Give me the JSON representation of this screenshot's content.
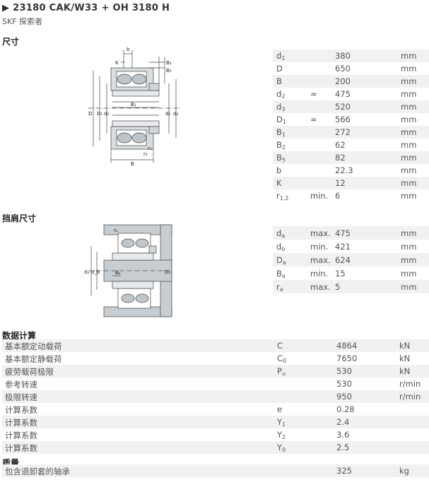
{
  "header": {
    "title": "▶ 23180 CAK/W33 + OH 3180 H",
    "subtitle": "SKF 探索者"
  },
  "sections": {
    "dimensions": "尺寸",
    "abutment": "挡肩尺寸",
    "calc": "数据计算",
    "mass": "质量"
  },
  "dimensions": [
    {
      "sym": "d",
      "sub": "1",
      "q": "",
      "val": "380",
      "unit": "mm"
    },
    {
      "sym": "D",
      "sub": "",
      "q": "",
      "val": "650",
      "unit": "mm"
    },
    {
      "sym": "B",
      "sub": "",
      "q": "",
      "val": "200",
      "unit": "mm"
    },
    {
      "sym": "d",
      "sub": "2",
      "q": "≈",
      "val": "475",
      "unit": "mm"
    },
    {
      "sym": "d",
      "sub": "3",
      "q": "",
      "val": "520",
      "unit": "mm"
    },
    {
      "sym": "D",
      "sub": "1",
      "q": "≈",
      "val": "566",
      "unit": "mm"
    },
    {
      "sym": "B",
      "sub": "1",
      "q": "",
      "val": "272",
      "unit": "mm"
    },
    {
      "sym": "B",
      "sub": "2",
      "q": "",
      "val": "62",
      "unit": "mm"
    },
    {
      "sym": "B",
      "sub": "5",
      "q": "",
      "val": "82",
      "unit": "mm"
    },
    {
      "sym": "b",
      "sub": "",
      "q": "",
      "val": "22.3",
      "unit": "mm"
    },
    {
      "sym": "K",
      "sub": "",
      "q": "",
      "val": "12",
      "unit": "mm"
    },
    {
      "sym": "r",
      "sub": "1,2",
      "q": "min.",
      "val": "6",
      "unit": "mm"
    }
  ],
  "abutment_dims": [
    {
      "sym": "d",
      "sub": "a",
      "q": "max.",
      "val": "475",
      "unit": "mm"
    },
    {
      "sym": "d",
      "sub": "b",
      "q": "min.",
      "val": "421",
      "unit": "mm"
    },
    {
      "sym": "D",
      "sub": "a",
      "q": "max.",
      "val": "624",
      "unit": "mm"
    },
    {
      "sym": "B",
      "sub": "a",
      "q": "min.",
      "val": "15",
      "unit": "mm"
    },
    {
      "sym": "r",
      "sub": "a",
      "q": "max.",
      "val": "5",
      "unit": "mm"
    }
  ],
  "calculation": [
    {
      "label": "基本额定动载荷",
      "sym": "C",
      "sub": "",
      "val": "4864",
      "unit": "kN"
    },
    {
      "label": "基本额定静载荷",
      "sym": "C",
      "sub": "0",
      "val": "7650",
      "unit": "kN"
    },
    {
      "label": "疲劳载荷极限",
      "sym": "P",
      "sub": "u",
      "val": "530",
      "unit": "kN"
    },
    {
      "label": "参考转速",
      "sym": "",
      "sub": "",
      "val": "530",
      "unit": "r/min"
    },
    {
      "label": "极限转速",
      "sym": "",
      "sub": "",
      "val": "950",
      "unit": "r/min"
    },
    {
      "label": "计算系数",
      "sym": "e",
      "sub": "",
      "val": "0.28",
      "unit": ""
    },
    {
      "label": "计算系数",
      "sym": "Y",
      "sub": "1",
      "val": "2.4",
      "unit": ""
    },
    {
      "label": "计算系数",
      "sym": "Y",
      "sub": "2",
      "val": "3.6",
      "unit": ""
    },
    {
      "label": "计算系数",
      "sym": "Y",
      "sub": "0",
      "val": "2.5",
      "unit": ""
    }
  ],
  "mass": [
    {
      "label": "包含退卸套的轴承",
      "val": "325",
      "unit": "kg"
    }
  ],
  "drawing1_labels": {
    "b": "b",
    "K": "K",
    "B2": "B₂",
    "B5": "B₅",
    "D": "D",
    "D1": "D₁",
    "d2": "d₂",
    "B1": "B₁",
    "d1": "d₁",
    "d3": "d₃",
    "r1": "r₁",
    "r2": "r₂",
    "B": "B"
  },
  "drawing2_labels": {
    "ra": "rₐ",
    "da": "dₐ",
    "db": "d_b",
    "Ba": "Bₐ",
    "Da": "Dₐ"
  }
}
